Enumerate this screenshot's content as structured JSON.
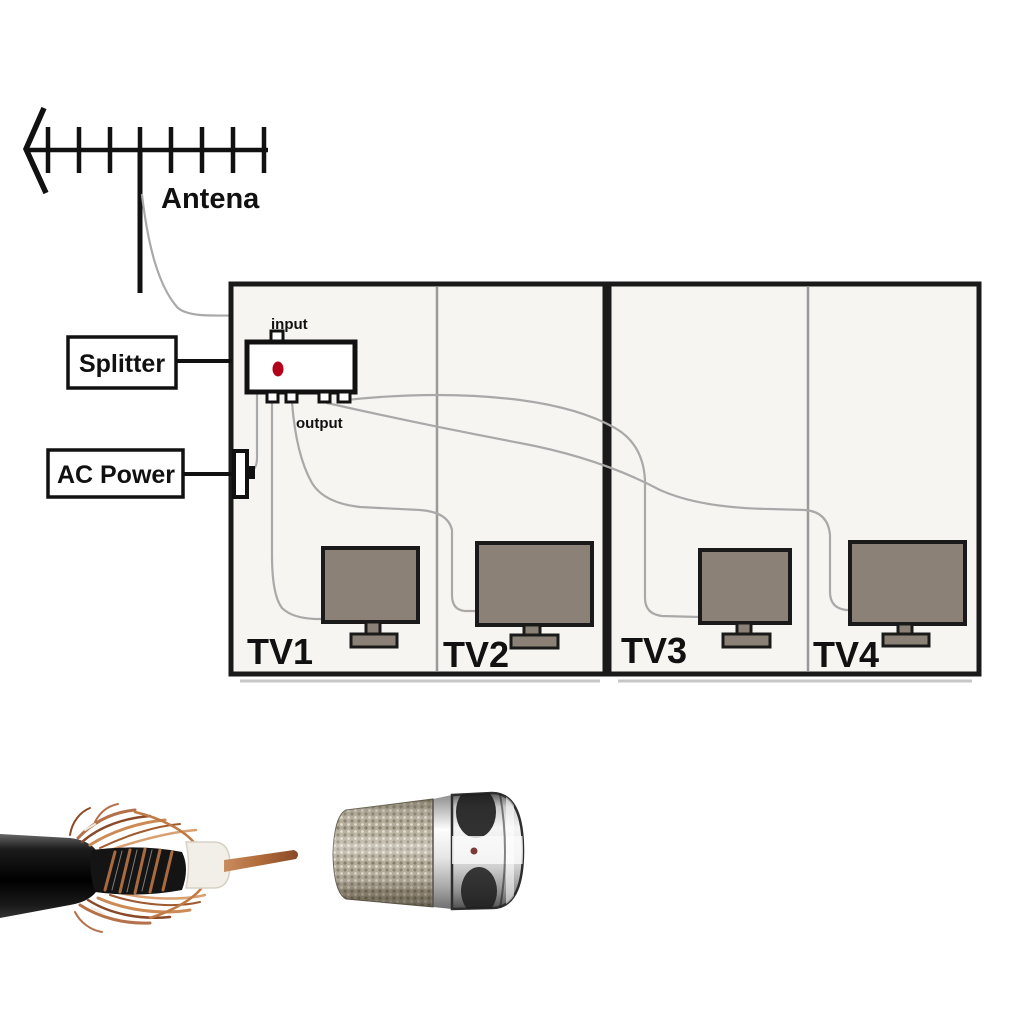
{
  "diagram": {
    "antenna": {
      "label": "Antena"
    },
    "splitter": {
      "label": "Splitter",
      "input_label": "input",
      "output_label": "output",
      "led_color": "#b3001b"
    },
    "ac_power": {
      "label": "AC Power"
    },
    "tvs": [
      {
        "label": "TV1"
      },
      {
        "label": "TV2"
      },
      {
        "label": "TV3"
      },
      {
        "label": "TV4"
      }
    ],
    "colors": {
      "wall": "#1a1a1a",
      "room_fill": "#f6f5f2",
      "cable": "#a9a9a9",
      "tv_screen": "#8b8177"
    }
  },
  "photo": {
    "items": [
      "coaxial-cable",
      "f-connector"
    ],
    "colors": {
      "copper": "#b5714a",
      "jacket": "#111111",
      "dielectric": "#f2efe8",
      "connector_body": "#b3ab99",
      "connector_nut": "#d6d6d6"
    }
  }
}
